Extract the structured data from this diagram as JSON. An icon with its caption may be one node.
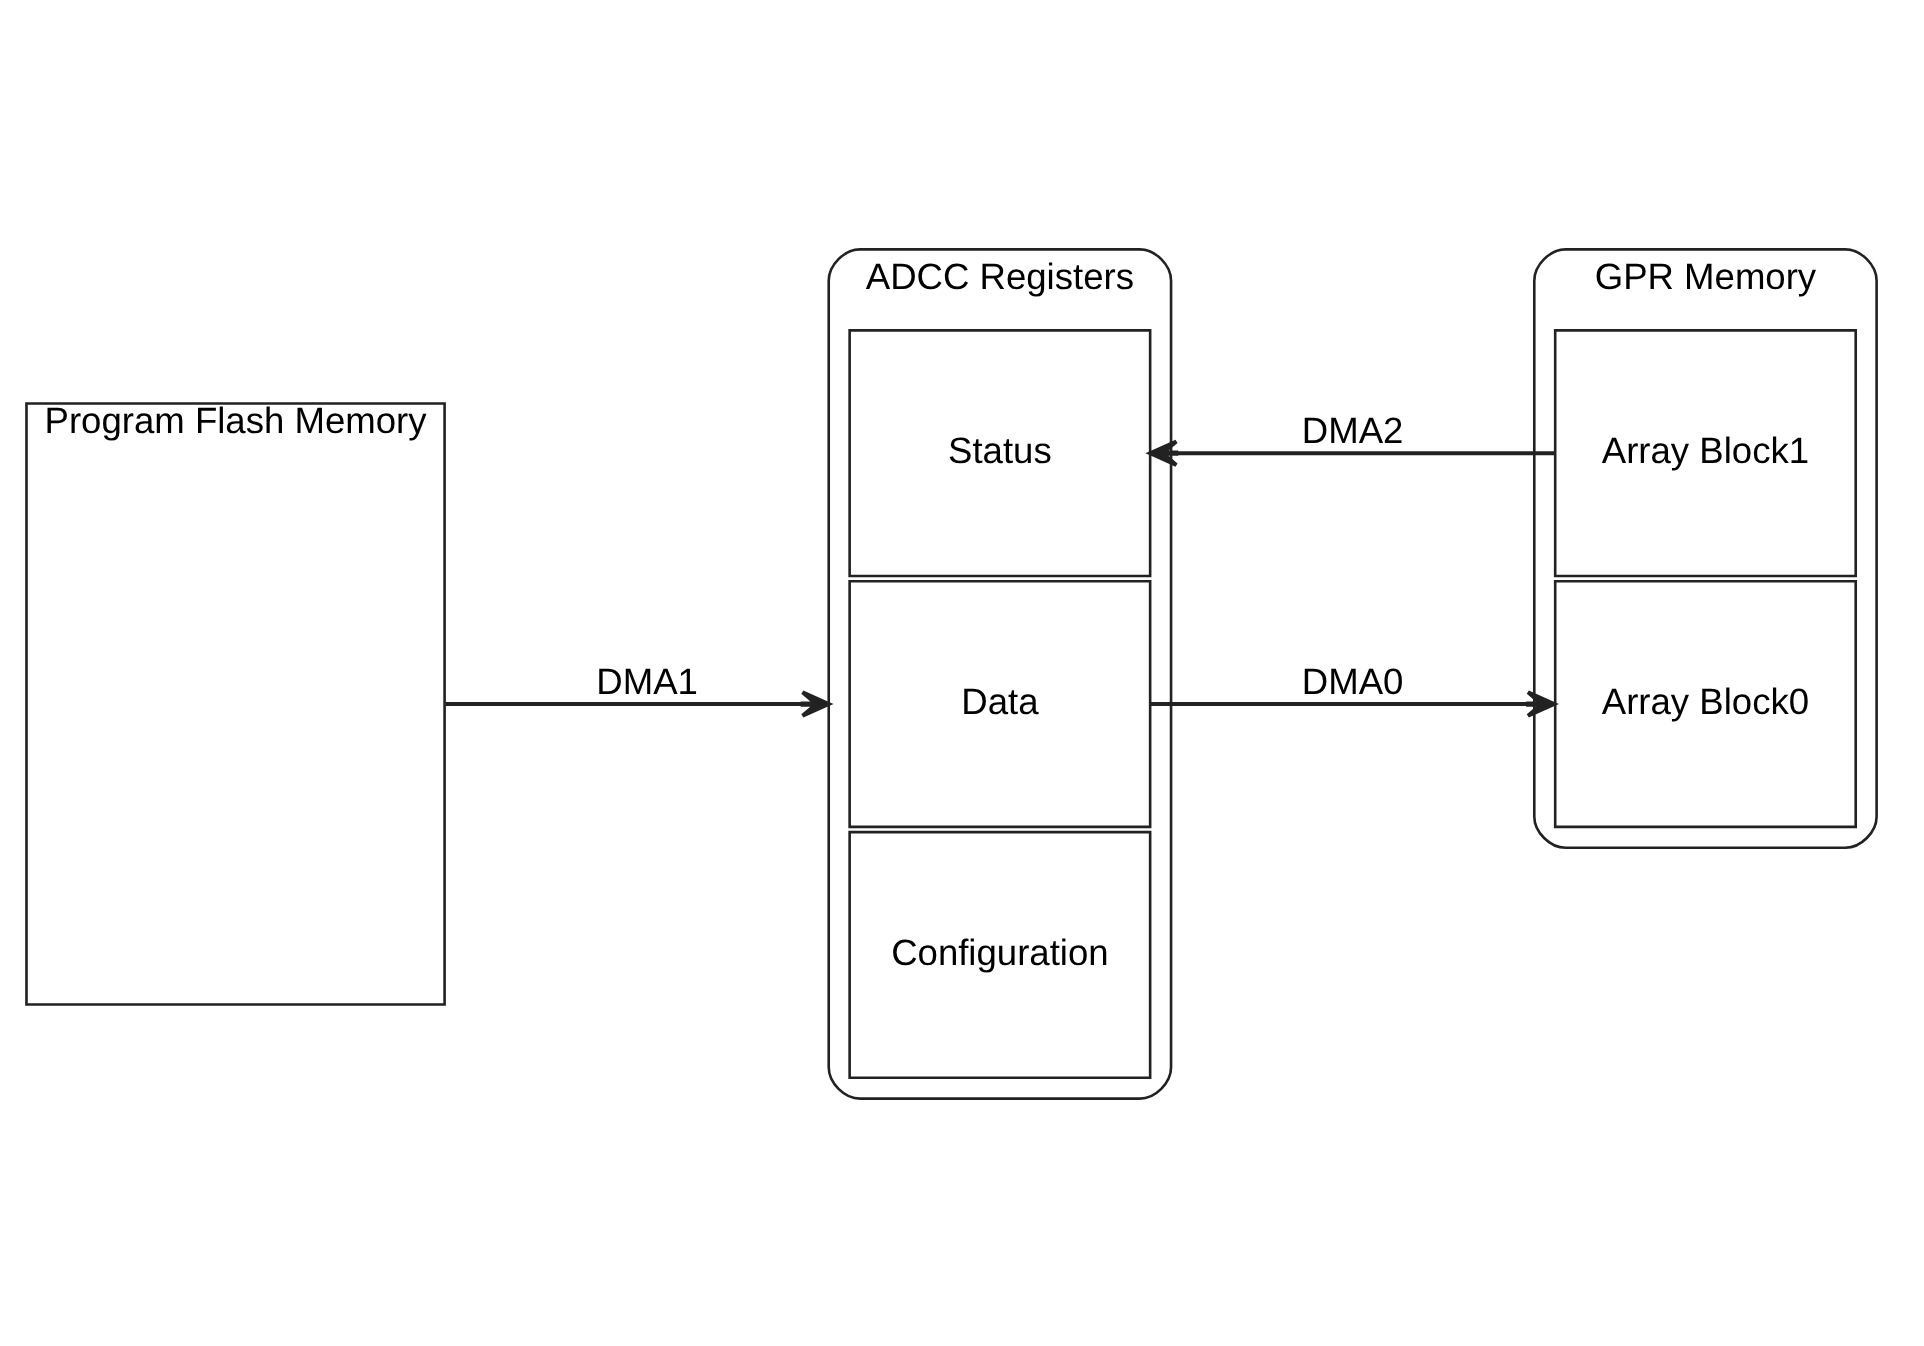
{
  "diagram": {
    "nodes": [
      {
        "text": [
          "Program Flash Memory"
        ]
      },
      {
        "text": [
          "ADCC Registers"
        ]
      },
      {
        "text": [
          "Configuration"
        ],
        "in": 1
      },
      {
        "text": [
          "Data"
        ],
        "in": 1
      },
      {
        "text": [
          "Status"
        ],
        "in": 1
      },
      {
        "text": [
          "GPR Memory"
        ]
      },
      {
        "text": [
          "Array Block0"
        ],
        "in": 5
      },
      {
        "text": [
          "Array Block1"
        ],
        "in": 5
      }
    ],
    "edges": [
      {
        "from": 0,
        "to": 1,
        "arrow": "to",
        "label": "DMA1"
      },
      {
        "from": 3,
        "to": 6,
        "arrow": "to",
        "label": "DMA0"
      },
      {
        "from": 7,
        "to": 4,
        "arrow": "to",
        "label": "DMA2"
      }
    ]
  }
}
